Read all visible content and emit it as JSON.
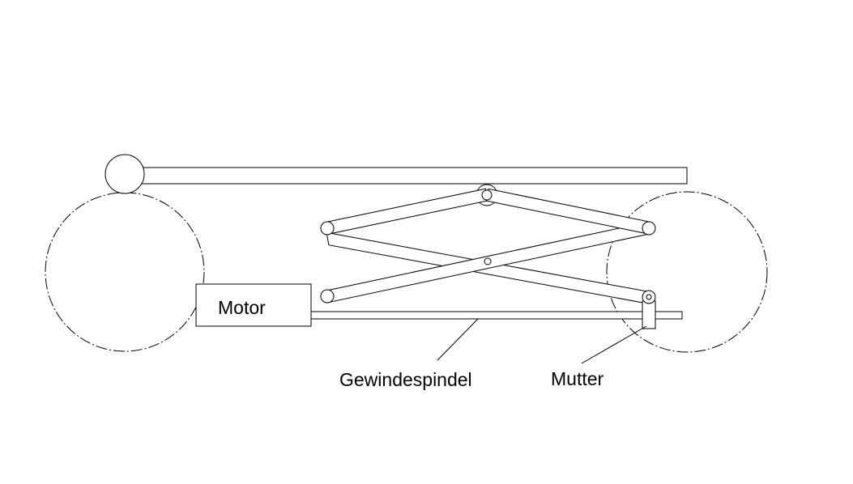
{
  "diagram": {
    "labels": {
      "motor": "Motor",
      "spindle": "Gewindespindel",
      "nut": "Mutter"
    },
    "colors": {
      "stroke": "#000000",
      "background": "#ffffff"
    }
  }
}
